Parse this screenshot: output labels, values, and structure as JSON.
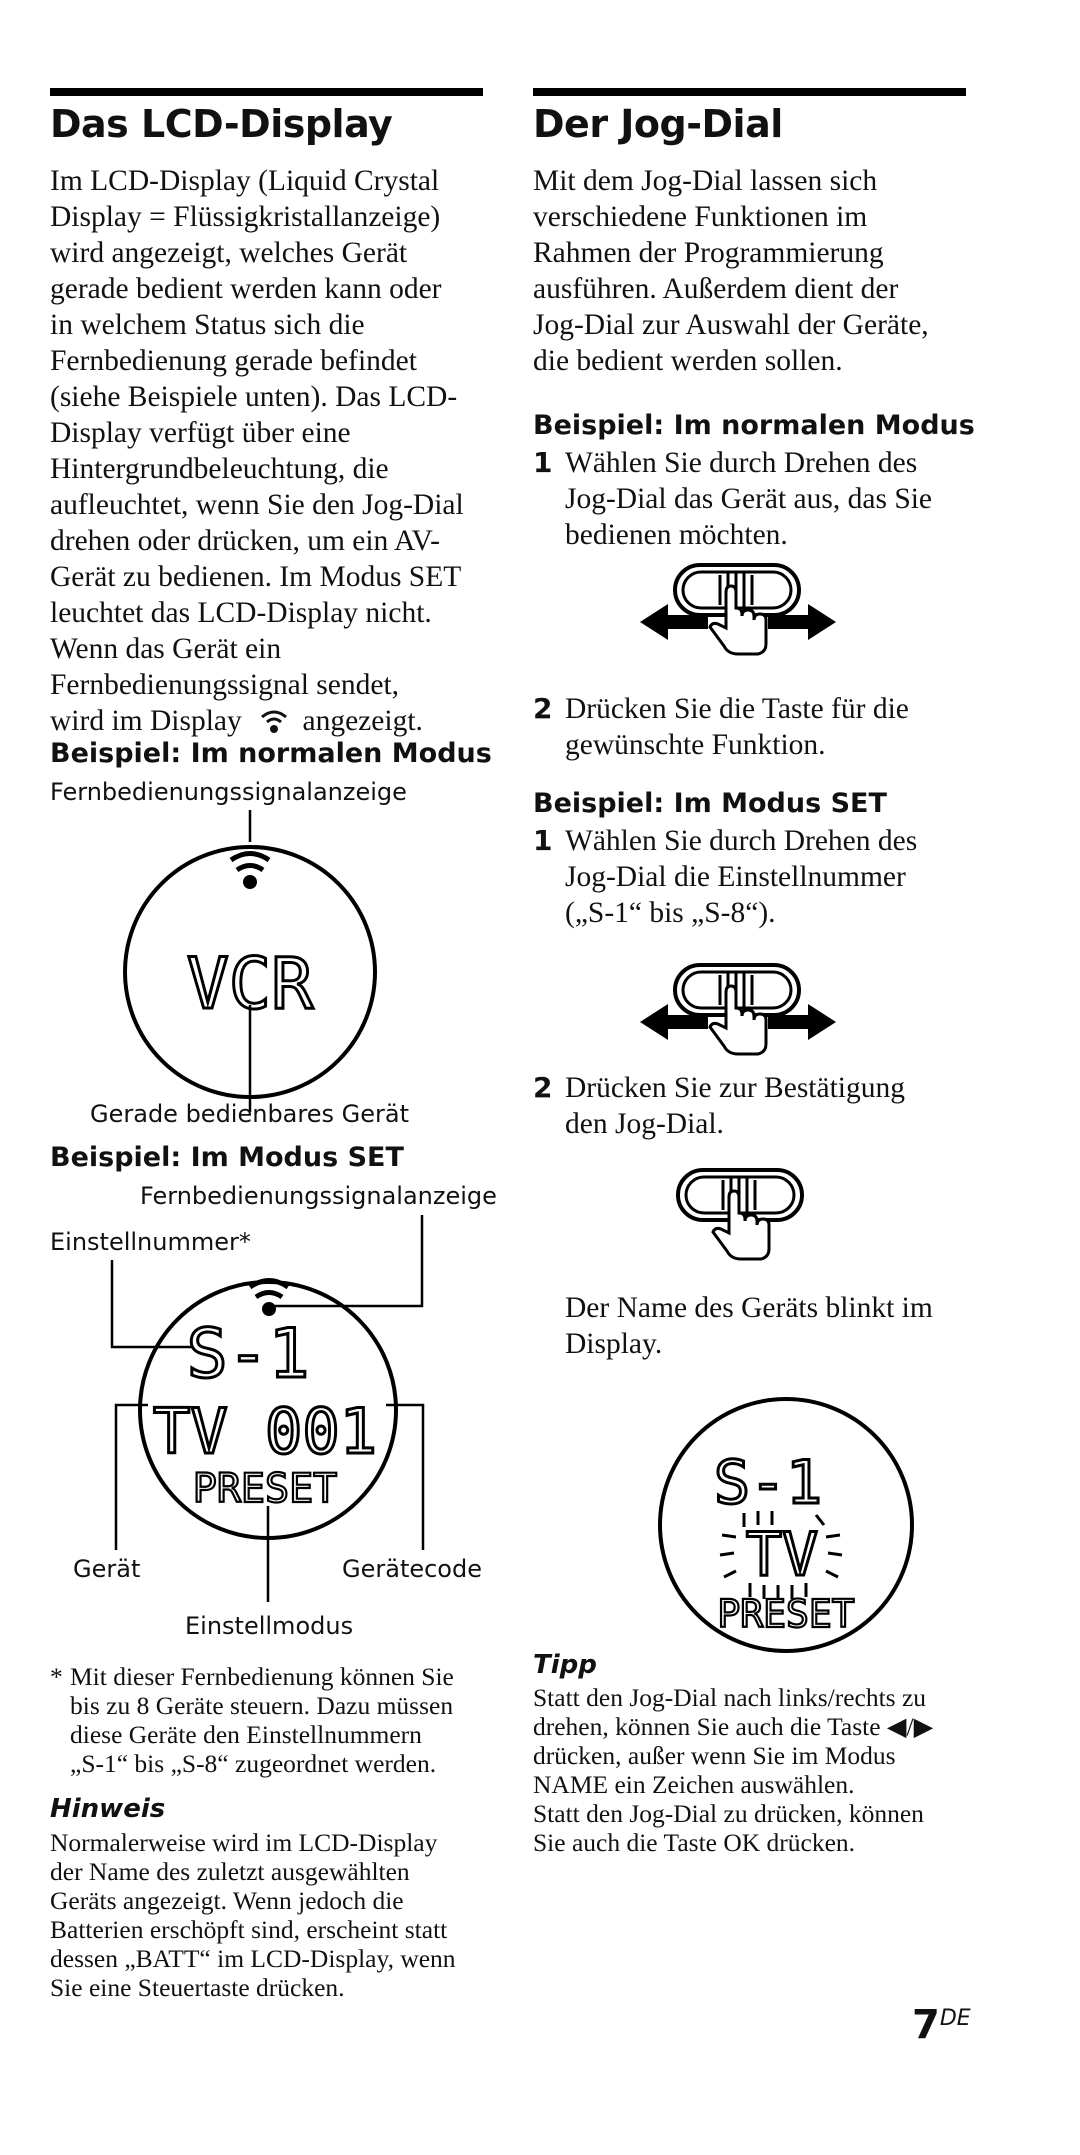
{
  "left": {
    "title": "Das LCD-Display",
    "intro_lines": [
      "Im LCD-Display (Liquid Crystal",
      "Display = Flüssigkristallanzeige)",
      "wird angezeigt, welches Gerät",
      "gerade bedient werden kann oder",
      "in welchem Status sich die",
      "Fernbedienung gerade befindet",
      "(siehe Beispiele unten). Das LCD-",
      "Display verfügt über eine",
      "Hintergrundbeleuchtung, die",
      "aufleuchtet, wenn Sie den Jog-Dial",
      "drehen oder drücken, um ein AV-",
      "Gerät zu bedienen. Im Modus SET",
      "leuchtet das LCD-Display nicht.",
      "Wenn das Gerät ein",
      "Fernbedienungssignal sendet,"
    ],
    "intro_last_before": "wird im Display",
    "intro_last_after": "angezeigt.",
    "example1": {
      "heading": "Beispiel: Im normalen Modus",
      "label_signal": "Fernbedienungssignalanzeige",
      "lcd_text": "VCR",
      "label_device": "Gerade bedienbares Gerät"
    },
    "example2": {
      "heading": "Beispiel: Im Modus SET",
      "label_signal": "Fernbedienungssignalanzeige",
      "label_setnum": "Einstellnummer*",
      "lcd_line1": "S-1",
      "lcd_line2": "TV 001",
      "lcd_line3": "PRESET",
      "label_device": "Gerät",
      "label_code": "Gerätecode",
      "label_mode": "Einstellmodus"
    },
    "footnote_mark": "*",
    "footnote_lines": [
      "Mit dieser Fernbedienung können Sie",
      "bis zu 8 Geräte steuern. Dazu müssen",
      "diese Geräte den Einstellnummern",
      "„S-1“ bis „S-8“ zugeordnet werden."
    ],
    "hinweis_title": "Hinweis",
    "hinweis_lines": [
      "Normalerweise wird im LCD-Display",
      "der Name des zuletzt ausgewählten",
      "Geräts angezeigt. Wenn jedoch die",
      "Batterien erschöpft sind, erscheint statt",
      "dessen „BATT“ im LCD-Display, wenn",
      "Sie eine Steuertaste drücken."
    ]
  },
  "right": {
    "title": "Der Jog-Dial",
    "intro_lines": [
      "Mit dem Jog-Dial lassen sich",
      "verschiedene Funktionen im",
      "Rahmen der Programmierung",
      "ausführen. Außerdem dient der",
      "Jog-Dial zur Auswahl der Geräte,",
      "die bedient werden sollen."
    ],
    "example1": {
      "heading": "Beispiel: Im normalen Modus",
      "step1_num": "1",
      "step1_lines": [
        "Wählen Sie durch Drehen des",
        "Jog-Dial das Gerät aus, das Sie",
        "bedienen möchten."
      ],
      "step2_num": "2",
      "step2_lines": [
        "Drücken Sie die Taste für die",
        "gewünschte Funktion."
      ]
    },
    "example2": {
      "heading": "Beispiel: Im Modus SET",
      "step1_num": "1",
      "step1_lines": [
        "Wählen Sie durch Drehen des",
        "Jog-Dial die Einstellnummer",
        "(„S-1“ bis „S-8“)."
      ],
      "step2_num": "2",
      "step2_lines": [
        "Drücken Sie zur Bestätigung",
        "den Jog-Dial."
      ],
      "blink_lines": [
        "Der Name des Geräts blinkt im",
        "Display."
      ],
      "lcd_line1": "S-1",
      "lcd_line2": "TV",
      "lcd_line3": "PRESET"
    },
    "tipp_title": "Tipp",
    "tipp_lines": [
      "Statt den Jog-Dial nach links/rechts zu",
      "drehen, können Sie auch die Taste ◀/▶",
      "drücken, außer wenn Sie im Modus",
      "NAME ein Zeichen auswählen.",
      "Statt den Jog-Dial zu drücken, können",
      "Sie auch die Taste OK drücken."
    ]
  },
  "page": {
    "number": "7",
    "suffix": "DE"
  }
}
